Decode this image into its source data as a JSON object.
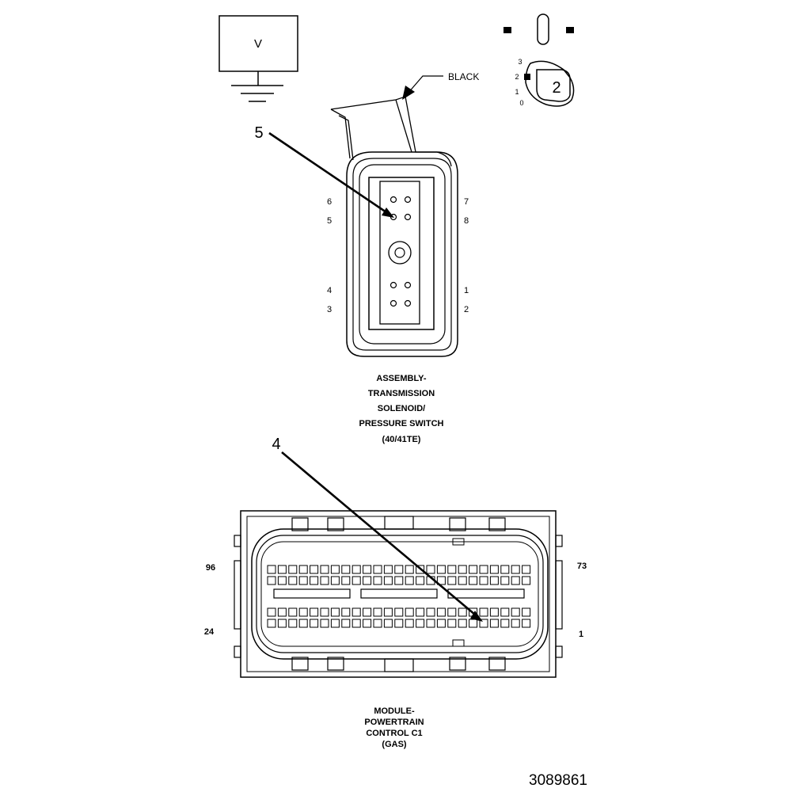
{
  "voltmeter": {
    "label": "V"
  },
  "connector_color": "BLACK",
  "meter_switch": {
    "positions": [
      "3",
      "2",
      "1",
      "0"
    ],
    "setting": "2"
  },
  "callouts": {
    "upper": "5",
    "lower": "4"
  },
  "solenoid_connector": {
    "pins_left": [
      "6",
      "5",
      "4",
      "3"
    ],
    "pins_right": [
      "7",
      "8",
      "1",
      "2"
    ],
    "title_lines": [
      "ASSEMBLY-",
      "TRANSMISSION",
      "SOLENOID/",
      "PRESSURE SWITCH",
      "(40/41TE)"
    ]
  },
  "pcm_connector": {
    "pin_labels": {
      "top_left": "96",
      "top_right": "73",
      "bottom_left": "24",
      "bottom_right": "1"
    },
    "title_lines": [
      "MODULE-",
      "POWERTRAIN",
      "CONTROL C1",
      "(GAS)"
    ]
  },
  "figure_number": "3089861",
  "colors": {
    "ink": "#000000",
    "background": "#ffffff"
  }
}
